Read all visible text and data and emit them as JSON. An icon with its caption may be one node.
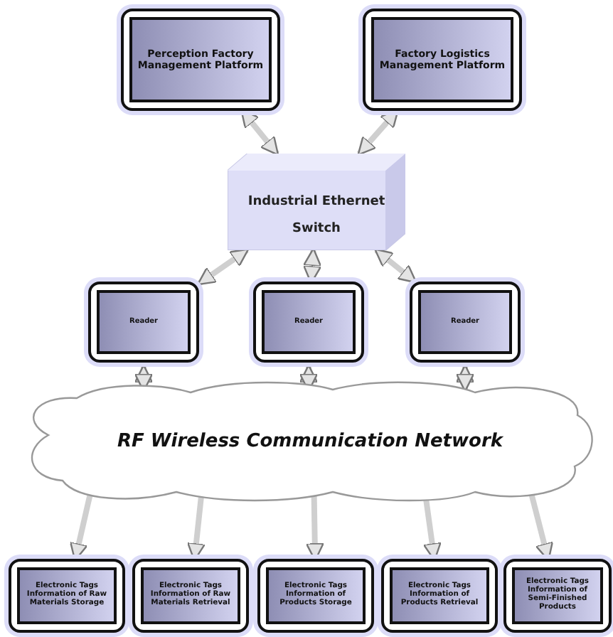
{
  "diagram": {
    "nodes": [
      {
        "text": [
          "Perception Factory Management Platform"
        ]
      },
      {
        "text": [
          "Factory Logistics Management Platform"
        ]
      },
      {
        "text": [
          "Industrial Ethernet Switch"
        ]
      },
      {
        "text": [
          "Reader"
        ]
      },
      {
        "text": [
          "Reader"
        ]
      },
      {
        "text": [
          "Reader"
        ]
      },
      {
        "text": [
          "RF Wireless Communication Network"
        ]
      },
      {
        "text": [
          "Electronic Tags Information of Raw Materials Storage"
        ]
      },
      {
        "text": [
          "Electronic Tags Information of Raw Materials Retrieval"
        ]
      },
      {
        "text": [
          "Electronic Tags Information of Products Storage"
        ]
      },
      {
        "text": [
          "Electronic Tags Information of Products Retrieval"
        ]
      },
      {
        "text": [
          "Electronic Tags Information of Semi-Finished Products"
        ]
      }
    ],
    "edges": [
      {
        "from": 0,
        "to": 2,
        "arrow": "both"
      },
      {
        "from": 1,
        "to": 2,
        "arrow": "both"
      },
      {
        "from": 2,
        "to": 3,
        "arrow": "both"
      },
      {
        "from": 2,
        "to": 4,
        "arrow": "both"
      },
      {
        "from": 2,
        "to": 5,
        "arrow": "both"
      },
      {
        "from": 3,
        "to": 6,
        "arrow": "both"
      },
      {
        "from": 4,
        "to": 6,
        "arrow": "both"
      },
      {
        "from": 5,
        "to": 6,
        "arrow": "both"
      },
      {
        "from": 6,
        "to": 7,
        "arrow": "to"
      },
      {
        "from": 6,
        "to": 8,
        "arrow": "to"
      },
      {
        "from": 6,
        "to": 9,
        "arrow": "to"
      },
      {
        "from": 6,
        "to": 10,
        "arrow": "to"
      },
      {
        "from": 6,
        "to": 11,
        "arrow": "to"
      }
    ]
  }
}
